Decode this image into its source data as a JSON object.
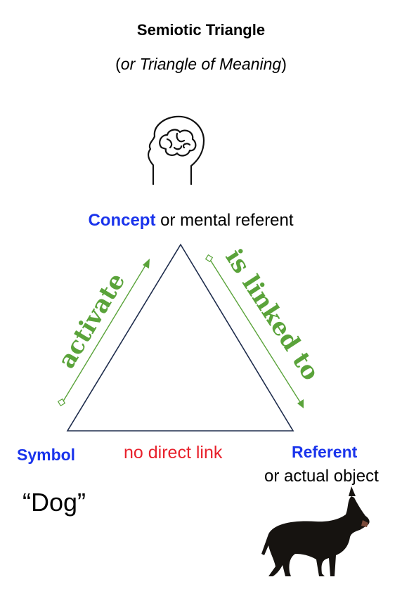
{
  "title": "Semiotic Triangle",
  "subtitle": {
    "open": "(",
    "text": "or Triangle of Meaning",
    "close": ")"
  },
  "concept": {
    "keyword": "Concept",
    "rest": " or mental referent"
  },
  "edges": {
    "left_label": "activate",
    "right_label": "is linked to",
    "bottom_label": "no direct link"
  },
  "symbol": {
    "label": "Symbol",
    "example": "“Dog”"
  },
  "referent": {
    "label": "Referent",
    "sub": "or actual object"
  },
  "icons": {
    "concept": "head-with-brain-icon",
    "referent": "dog-image"
  },
  "colors": {
    "node_label": "#1a34ec",
    "edge_label": "#5aa33a",
    "no_link": "#e8212c",
    "triangle": "#1f2d4d"
  }
}
